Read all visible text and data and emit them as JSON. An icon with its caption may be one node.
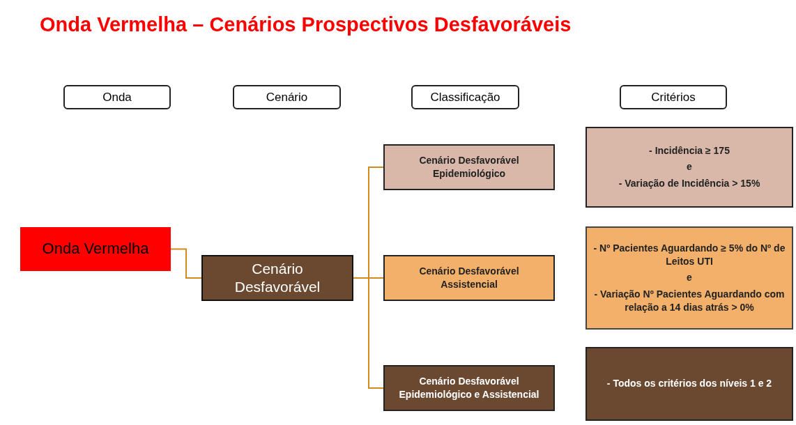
{
  "diagram": {
    "title": "Onda Vermelha – Cenários Prospectivos Desfavoráveis",
    "nodes": [
      {
        "text": [
          "Onda"
        ]
      },
      {
        "text": [
          "Cenário"
        ]
      },
      {
        "text": [
          "Classificação"
        ]
      },
      {
        "text": [
          "Critérios"
        ]
      },
      {
        "text": [
          "Onda Vermelha"
        ]
      },
      {
        "text": [
          "Cenário Desfavorável"
        ]
      },
      {
        "text": [
          "Cenário Desfavorável Epidemiológico"
        ]
      },
      {
        "text": [
          "Cenário Desfavorável Assistencial"
        ]
      },
      {
        "text": [
          "Cenário Desfavorável Epidemiológico e Assistencial"
        ]
      },
      {
        "text": [
          "- Incidência ≥ 175",
          "e",
          "- Variação de Incidência > 15%"
        ]
      },
      {
        "text": [
          "- Nº Pacientes Aguardando ≥ 5% do Nº de Leitos UTI",
          "e",
          "- Variação Nº Pacientes Aguardando com relação a 14 dias atrás > 0%"
        ]
      },
      {
        "text": [
          "- Todos os critérios dos níveis 1 e 2"
        ]
      }
    ],
    "edges": [
      {
        "from": 4,
        "to": 5,
        "arrow": "none"
      },
      {
        "from": 5,
        "to": 6,
        "arrow": "none"
      },
      {
        "from": 5,
        "to": 7,
        "arrow": "none"
      },
      {
        "from": 5,
        "to": 8,
        "arrow": "none"
      }
    ]
  }
}
